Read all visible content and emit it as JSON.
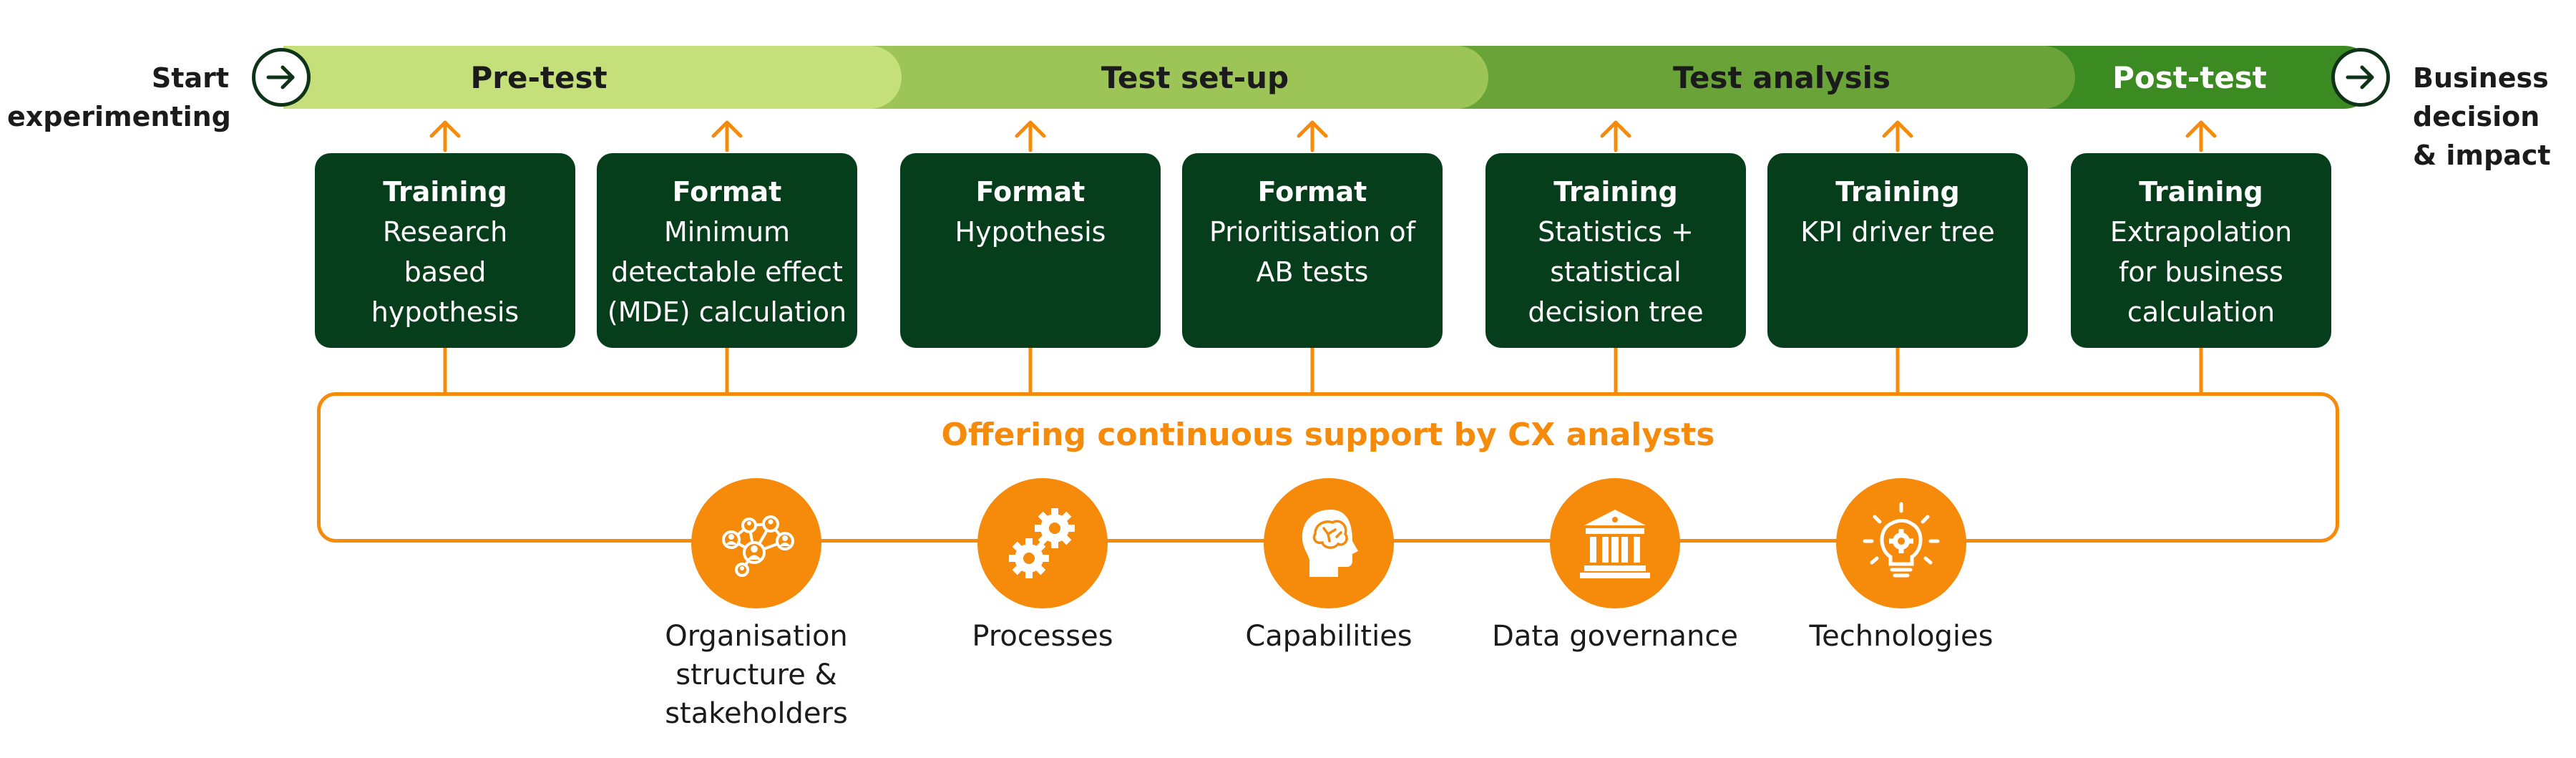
{
  "start": {
    "label": "Start experimenting"
  },
  "end": {
    "label": "Business decision & impact"
  },
  "phases": [
    {
      "label": "Pre-test"
    },
    {
      "label": "Test set-up"
    },
    {
      "label": "Test analysis"
    },
    {
      "label": "Post-test"
    }
  ],
  "boxes": [
    {
      "type": "Training",
      "text": "Research based hypothesis"
    },
    {
      "type": "Format",
      "text": "Minimum detectable effect (MDE) calculation"
    },
    {
      "type": "Format",
      "text": "Hypothesis"
    },
    {
      "type": "Format",
      "text": "Prioritisation of AB tests"
    },
    {
      "type": "Training",
      "text": "Statistics + statistical decision tree"
    },
    {
      "type": "Training",
      "text": "KPI driver tree"
    },
    {
      "type": "Training",
      "text": "Extrapolation for business calculation"
    }
  ],
  "support": {
    "title": "Offering continuous support by CX analysts",
    "pillars": [
      {
        "label": "Organisation structure & stakeholders",
        "icon": "network-people-icon"
      },
      {
        "label": "Processes",
        "icon": "gears-icon"
      },
      {
        "label": "Capabilities",
        "icon": "brain-head-icon"
      },
      {
        "label": "Data governance",
        "icon": "institution-icon"
      },
      {
        "label": "Technologies",
        "icon": "lightbulb-gear-icon"
      }
    ]
  },
  "colors": {
    "dark_green": "#063d1b",
    "phase_1": "#c5df7a",
    "phase_2": "#9dc456",
    "phase_3": "#6aa337",
    "phase_4": "#3b8a22",
    "orange": "#f58a0b"
  }
}
